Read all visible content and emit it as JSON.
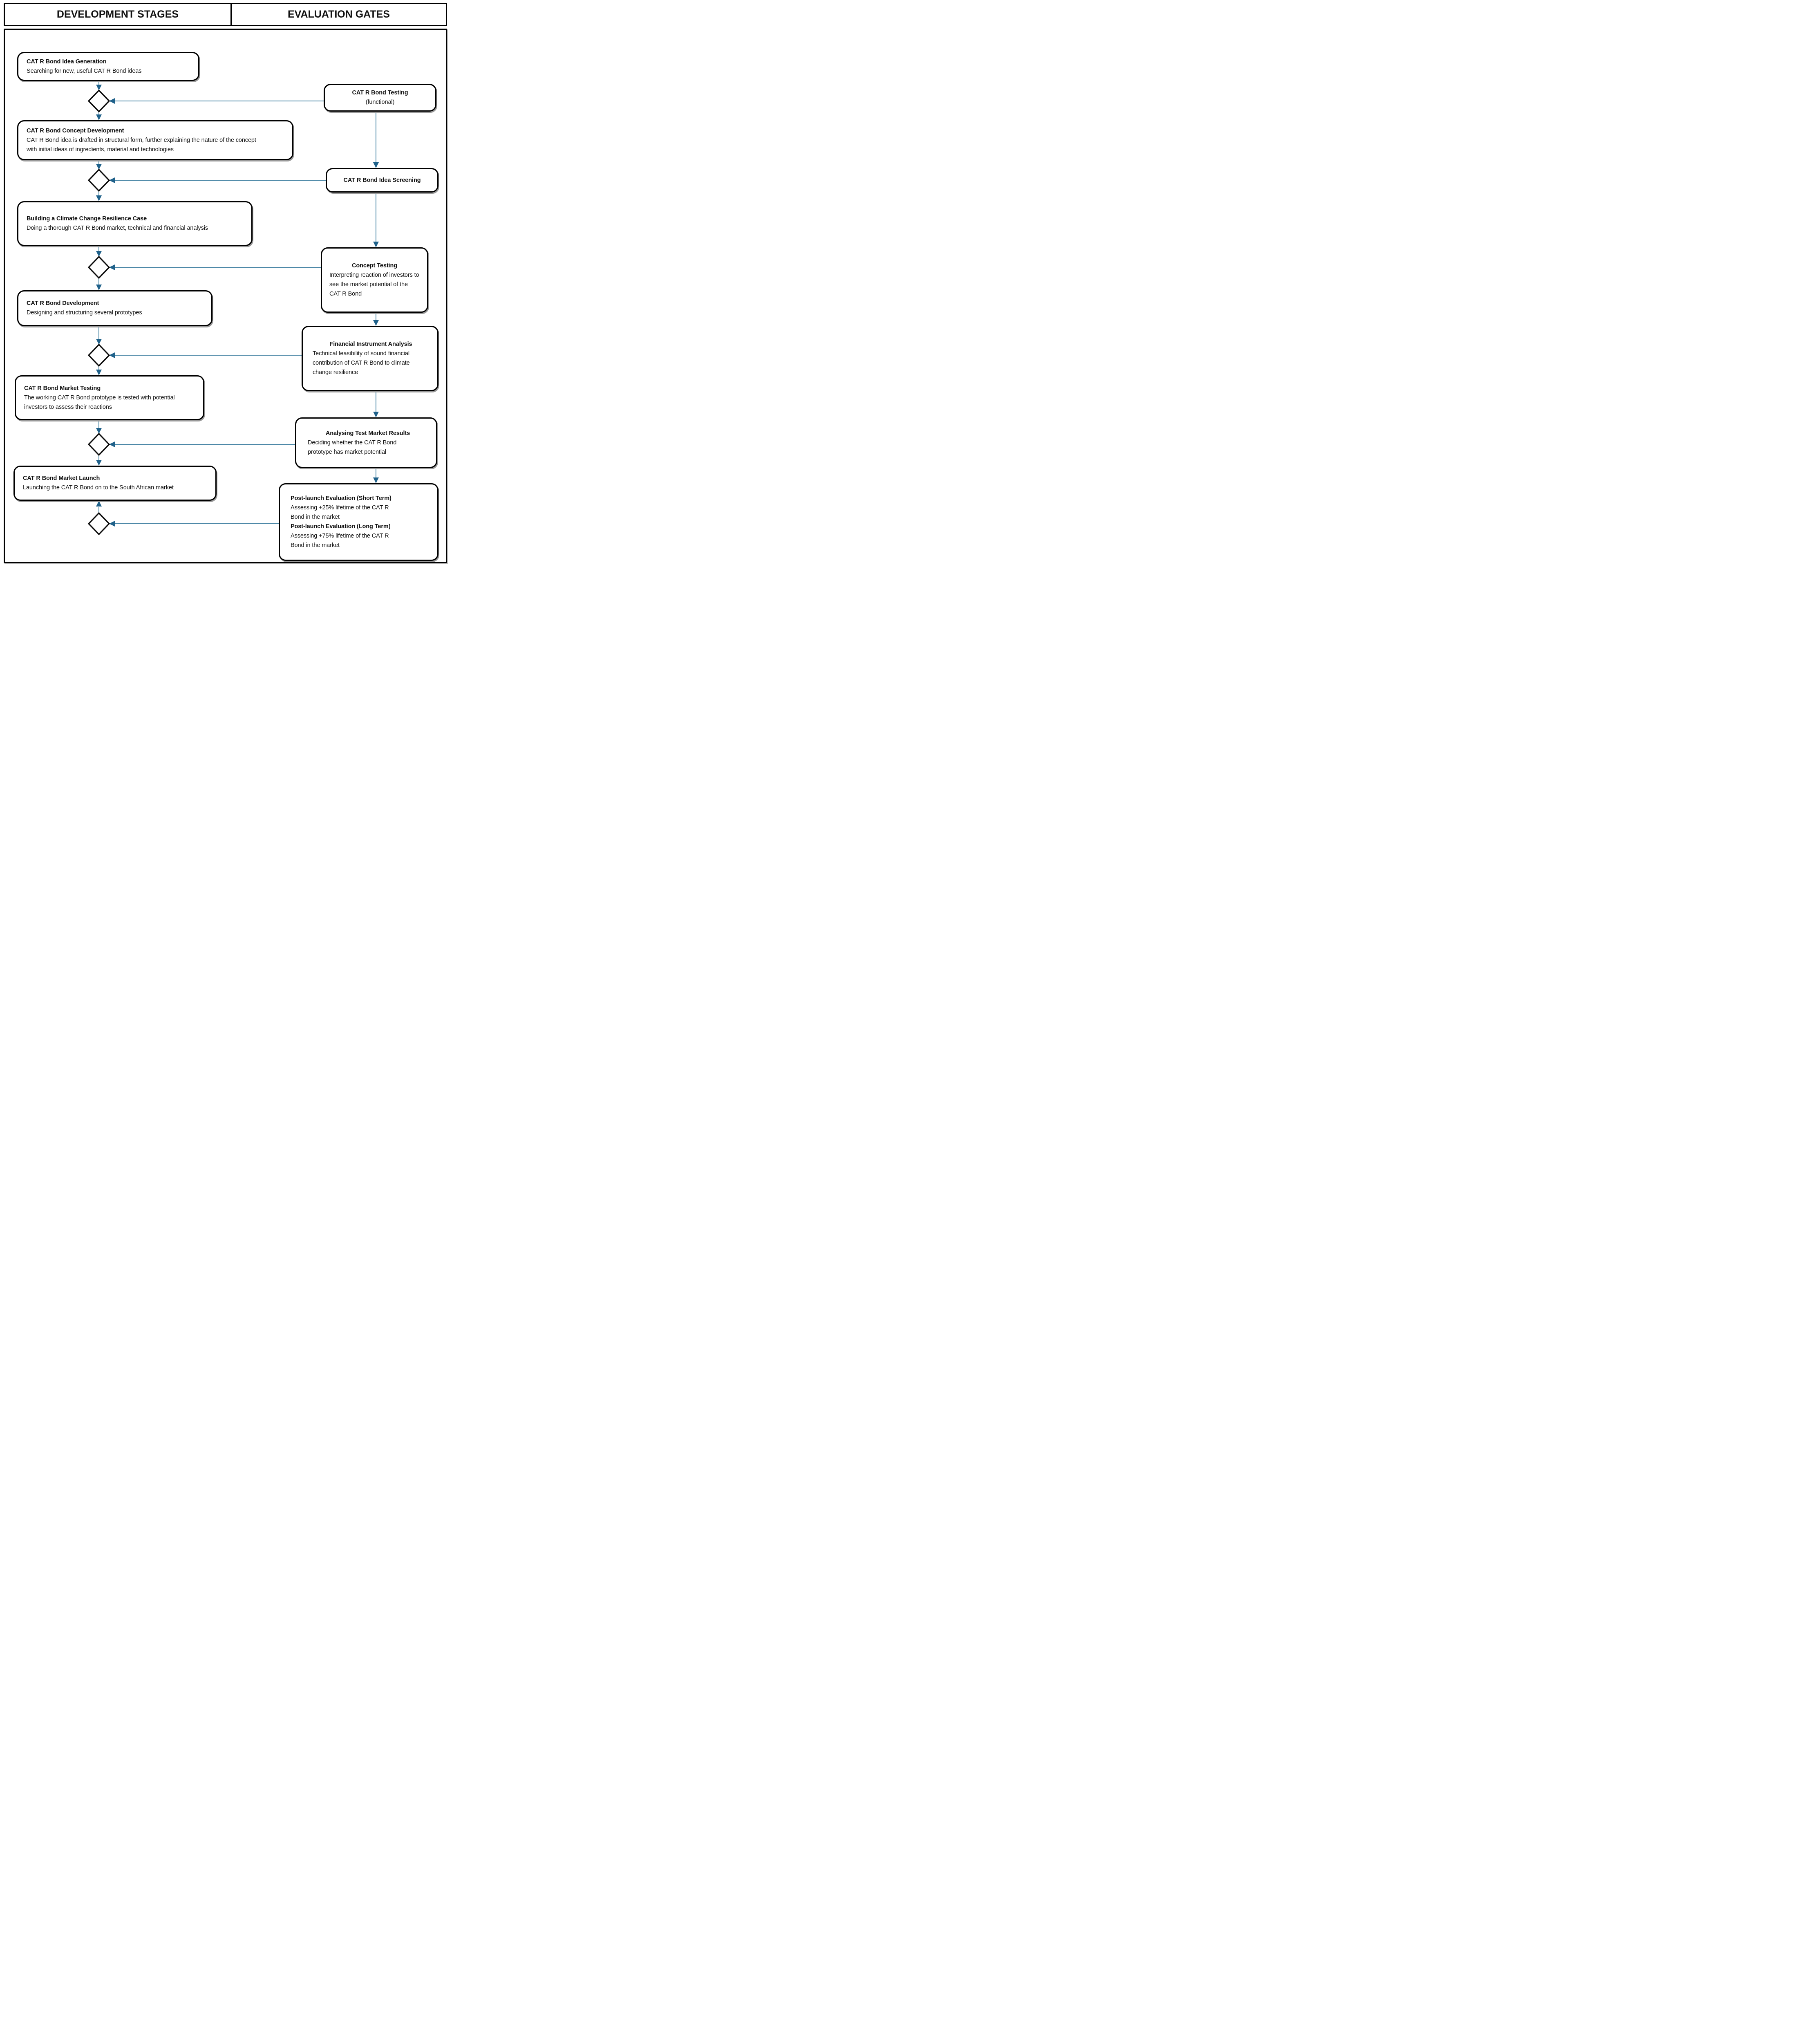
{
  "header": {
    "left_title": "DEVELOPMENT STAGES",
    "right_title": "EVALUATION GATES"
  },
  "stages": [
    {
      "title": "CAT R Bond Idea Generation",
      "description": "Searching for new, useful CAT R Bond ideas"
    },
    {
      "title": "CAT R Bond Concept Development",
      "description": "CAT R Bond idea is drafted in structural form, further explaining the nature of the concept with initial ideas of ingredients, material and technologies"
    },
    {
      "title": "Building a Climate Change Resilience Case",
      "description": "Doing a thorough CAT R Bond market, technical and financial analysis"
    },
    {
      "title": "CAT R Bond Development",
      "description": "Designing and structuring several prototypes"
    },
    {
      "title": "CAT R Bond Market Testing",
      "description": "The working CAT R Bond prototype is tested with potential investors to assess their reactions"
    },
    {
      "title": "CAT R Bond Market Launch",
      "description": "Launching the CAT R Bond on to the South African market"
    }
  ],
  "gates": [
    {
      "title": "CAT R Bond Testing",
      "description": "(functional)"
    },
    {
      "title": "CAT R Bond Idea Screening"
    },
    {
      "title": "Concept Testing",
      "description": "Interpreting reaction of investors to see the market potential of the CAT R Bond"
    },
    {
      "title": "Financial Instrument Analysis",
      "description": "Technical feasibility of sound financial contribution of CAT R Bond to climate change resilience"
    },
    {
      "title": "Analysing Test Market Results",
      "description": "Deciding whether the CAT R Bond prototype has market potential"
    },
    {
      "title": "Post-launch Evaluation (Short Term)",
      "description": "Assessing +25% lifetime of the CAT R Bond in the market",
      "title2": "Post-launch Evaluation (Long Term)",
      "description2": "Assessing +75% lifetime of the CAT R Bond in the market"
    }
  ],
  "colors": {
    "connector_line": "#35789B",
    "arrowhead": "#1F618A",
    "box_border": "#000000",
    "diamond_fill": "#FFFFFF",
    "text": "#111111"
  }
}
